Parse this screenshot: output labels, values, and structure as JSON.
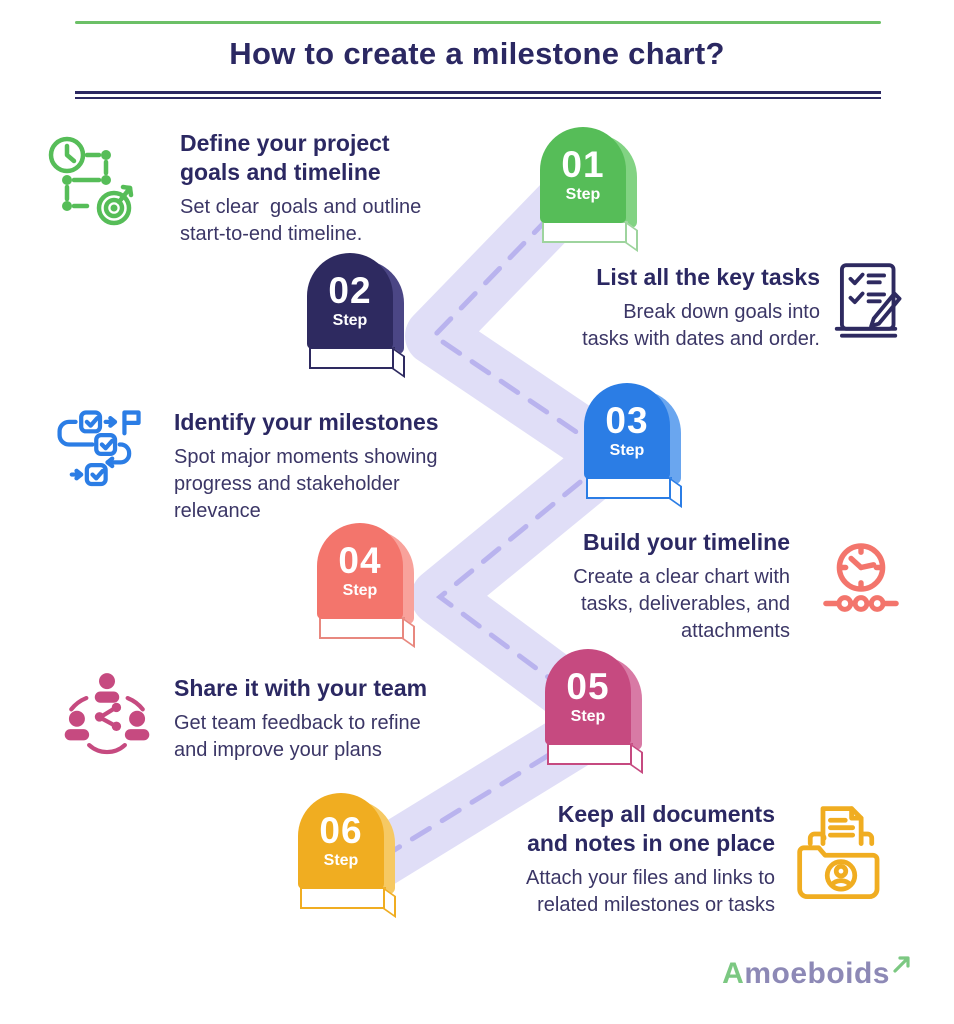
{
  "header": {
    "title": "How to create a milestone chart?"
  },
  "steps": [
    {
      "number": "01",
      "label": "Step",
      "icon": "clock-timeline-target-icon",
      "title_lines": [
        "Define your project",
        "goals and timeline"
      ],
      "body_lines": [
        "Set clear  goals and outline",
        "start-to-end timeline."
      ],
      "colors": {
        "main": "#56bd58",
        "side": "#82d383",
        "edge": "#9ed49e"
      }
    },
    {
      "number": "02",
      "label": "Step",
      "icon": "checklist-pen-icon",
      "title_lines": [
        "List all the key tasks"
      ],
      "body_lines": [
        "Break down goals into",
        "tasks with dates and order."
      ],
      "colors": {
        "main": "#2e2a60",
        "side": "#4b4685",
        "edge": "#2e2a60"
      }
    },
    {
      "number": "03",
      "label": "Step",
      "icon": "flowchart-flag-icon",
      "title_lines": [
        "Identify your milestones"
      ],
      "body_lines": [
        "Spot major moments showing",
        "progress and stakeholder",
        "relevance"
      ],
      "colors": {
        "main": "#2b7de5",
        "side": "#6aa6ef",
        "edge": "#2b7de5"
      }
    },
    {
      "number": "04",
      "label": "Step",
      "icon": "clock-dots-timeline-icon",
      "title_lines": [
        "Build your timeline"
      ],
      "body_lines": [
        "Create a clear chart with",
        "tasks, deliverables, and",
        "attachments"
      ],
      "colors": {
        "main": "#f3756c",
        "side": "#f8a29b",
        "edge": "#e8887f"
      }
    },
    {
      "number": "05",
      "label": "Step",
      "icon": "team-share-icon",
      "title_lines": [
        "Share it with your team"
      ],
      "body_lines": [
        "Get team feedback to refine",
        "and improve your plans"
      ],
      "colors": {
        "main": "#c64a80",
        "side": "#d87aa5",
        "edge": "#c64a80"
      }
    },
    {
      "number": "06",
      "label": "Step",
      "icon": "folder-documents-icon",
      "title_lines": [
        "Keep all documents",
        "and notes in one place"
      ],
      "body_lines": [
        "Attach your files and links to",
        "related milestones or tasks"
      ],
      "colors": {
        "main": "#f0ad21",
        "side": "#f6c963",
        "edge": "#f0ad21"
      }
    }
  ],
  "footer": {
    "brand_first": "A",
    "brand_rest": "moeboids"
  },
  "palette": {
    "title_text": "#2b2862",
    "body_text": "#3b3666",
    "header_green_rule": "#6cc067",
    "header_navy_rule": "#2b2862",
    "road": "#e0def7",
    "road_dash": "#b9b3ee",
    "logo_text": "#8d89b6",
    "logo_accent": "#7cc882"
  }
}
